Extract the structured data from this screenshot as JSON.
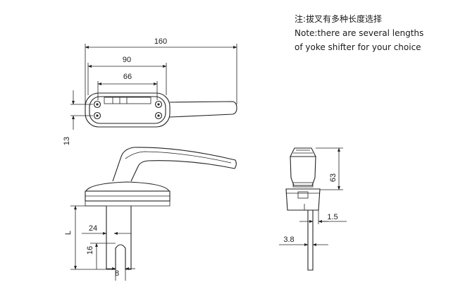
{
  "notes": {
    "line_cn": "注:拔叉有多种长度选择",
    "line_en1": "Note:there are several lengths",
    "line_en2": "of yoke shifter for your choice"
  },
  "dimensions": {
    "overall_length": "160",
    "mid_length": "90",
    "inner_length": "66",
    "base_height": "13",
    "shifter_length": "L",
    "shifter_offset": "24",
    "slot_depth": "16",
    "slot_width": "8",
    "side_height": "63",
    "side_thickness_a": "1.5",
    "side_thickness_b": "3.8"
  }
}
